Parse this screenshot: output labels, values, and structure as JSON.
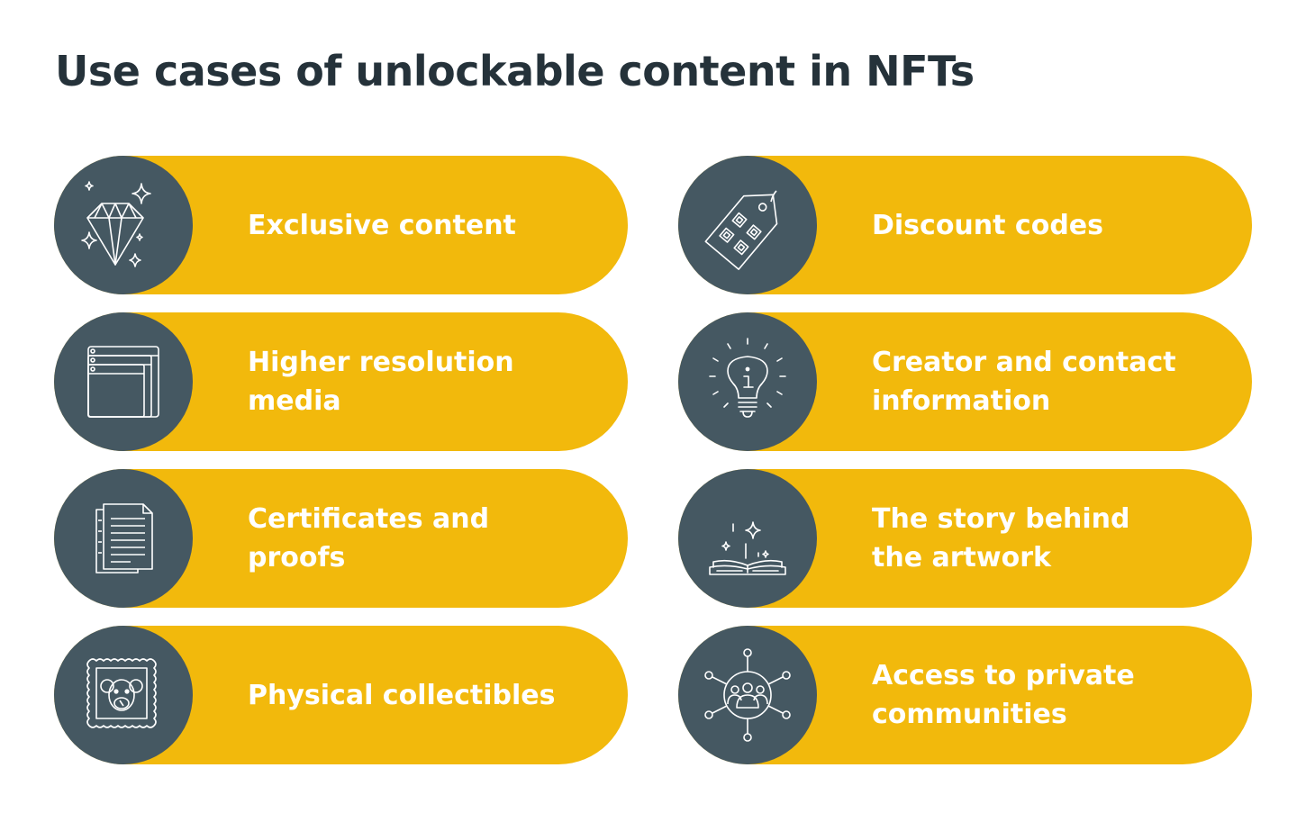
{
  "title": "Use cases of unlockable content in NFTs",
  "colors": {
    "pill": "#f2b90c",
    "circle": "#455862",
    "title": "#25323a",
    "text": "#ffffff"
  },
  "items": [
    {
      "label": "Exclusive content",
      "icon": "diamond-sparkle-icon"
    },
    {
      "label": "Discount codes",
      "icon": "price-tag-icon"
    },
    {
      "label": "Higher resolution media",
      "icon": "stacked-windows-icon"
    },
    {
      "label": "Creator and contact information",
      "icon": "lightbulb-info-icon"
    },
    {
      "label": "Certificates and proofs",
      "icon": "documents-icon"
    },
    {
      "label": "The story behind the artwork",
      "icon": "open-book-sparkle-icon"
    },
    {
      "label": "Physical collectibles",
      "icon": "stamp-monkey-icon"
    },
    {
      "label": "Access to private communities",
      "icon": "community-network-icon"
    }
  ]
}
